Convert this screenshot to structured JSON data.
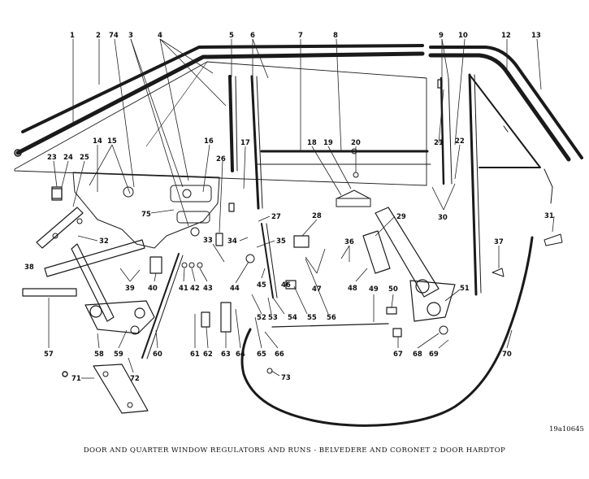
{
  "caption": "DOOR AND QUARTER WINDOW REGULATORS AND RUNS - BELVEDERE AND CORONET 2 DOOR HARDTOP",
  "figure_ref": "19a10645",
  "callouts": [
    {
      "n": "1",
      "anchor": "top"
    },
    {
      "n": "2",
      "anchor": "top"
    },
    {
      "n": "74",
      "anchor": "top"
    },
    {
      "n": "3",
      "anchor": "top"
    },
    {
      "n": "4",
      "anchor": "top"
    },
    {
      "n": "5",
      "anchor": "top"
    },
    {
      "n": "6",
      "anchor": "top"
    },
    {
      "n": "7",
      "anchor": "top"
    },
    {
      "n": "8",
      "anchor": "top"
    },
    {
      "n": "9",
      "anchor": "top"
    },
    {
      "n": "10",
      "anchor": "top"
    },
    {
      "n": "12",
      "anchor": "top"
    },
    {
      "n": "13",
      "anchor": "top"
    },
    {
      "n": "14",
      "anchor": "mid"
    },
    {
      "n": "15",
      "anchor": "mid"
    },
    {
      "n": "16",
      "anchor": "mid"
    },
    {
      "n": "17",
      "anchor": "mid"
    },
    {
      "n": "18",
      "anchor": "mid"
    },
    {
      "n": "19",
      "anchor": "mid"
    },
    {
      "n": "20",
      "anchor": "mid"
    },
    {
      "n": "21",
      "anchor": "mid"
    },
    {
      "n": "22",
      "anchor": "mid"
    },
    {
      "n": "23",
      "anchor": "mid"
    },
    {
      "n": "24",
      "anchor": "mid"
    },
    {
      "n": "25",
      "anchor": "mid"
    },
    {
      "n": "26",
      "anchor": "mid"
    },
    {
      "n": "27",
      "anchor": "mid"
    },
    {
      "n": "28",
      "anchor": "mid"
    },
    {
      "n": "29",
      "anchor": "mid"
    },
    {
      "n": "30",
      "anchor": "mid"
    },
    {
      "n": "31",
      "anchor": "mid"
    },
    {
      "n": "32",
      "anchor": "mid"
    },
    {
      "n": "33",
      "anchor": "mid"
    },
    {
      "n": "34",
      "anchor": "mid"
    },
    {
      "n": "35",
      "anchor": "mid"
    },
    {
      "n": "36",
      "anchor": "mid"
    },
    {
      "n": "37",
      "anchor": "mid"
    },
    {
      "n": "38",
      "anchor": "mid"
    },
    {
      "n": "39",
      "anchor": "mid"
    },
    {
      "n": "40",
      "anchor": "mid"
    },
    {
      "n": "41",
      "anchor": "mid"
    },
    {
      "n": "42",
      "anchor": "mid"
    },
    {
      "n": "43",
      "anchor": "mid"
    },
    {
      "n": "44",
      "anchor": "mid"
    },
    {
      "n": "45",
      "anchor": "mid"
    },
    {
      "n": "46",
      "anchor": "mid"
    },
    {
      "n": "47",
      "anchor": "mid"
    },
    {
      "n": "48",
      "anchor": "mid"
    },
    {
      "n": "49",
      "anchor": "mid"
    },
    {
      "n": "50",
      "anchor": "mid"
    },
    {
      "n": "51",
      "anchor": "mid"
    },
    {
      "n": "52",
      "anchor": "mid"
    },
    {
      "n": "53",
      "anchor": "mid"
    },
    {
      "n": "54",
      "anchor": "mid"
    },
    {
      "n": "55",
      "anchor": "mid"
    },
    {
      "n": "56",
      "anchor": "mid"
    },
    {
      "n": "57",
      "anchor": "bottom"
    },
    {
      "n": "58",
      "anchor": "bottom"
    },
    {
      "n": "59",
      "anchor": "bottom"
    },
    {
      "n": "60",
      "anchor": "bottom"
    },
    {
      "n": "61",
      "anchor": "bottom"
    },
    {
      "n": "62",
      "anchor": "bottom"
    },
    {
      "n": "63",
      "anchor": "bottom"
    },
    {
      "n": "64",
      "anchor": "bottom"
    },
    {
      "n": "65",
      "anchor": "bottom"
    },
    {
      "n": "66",
      "anchor": "bottom"
    },
    {
      "n": "67",
      "anchor": "bottom"
    },
    {
      "n": "68",
      "anchor": "bottom"
    },
    {
      "n": "69",
      "anchor": "bottom"
    },
    {
      "n": "70",
      "anchor": "bottom"
    },
    {
      "n": "71",
      "anchor": "bottom"
    },
    {
      "n": "72",
      "anchor": "bottom"
    },
    {
      "n": "73",
      "anchor": "bottom"
    },
    {
      "n": "75",
      "anchor": "mid"
    }
  ]
}
